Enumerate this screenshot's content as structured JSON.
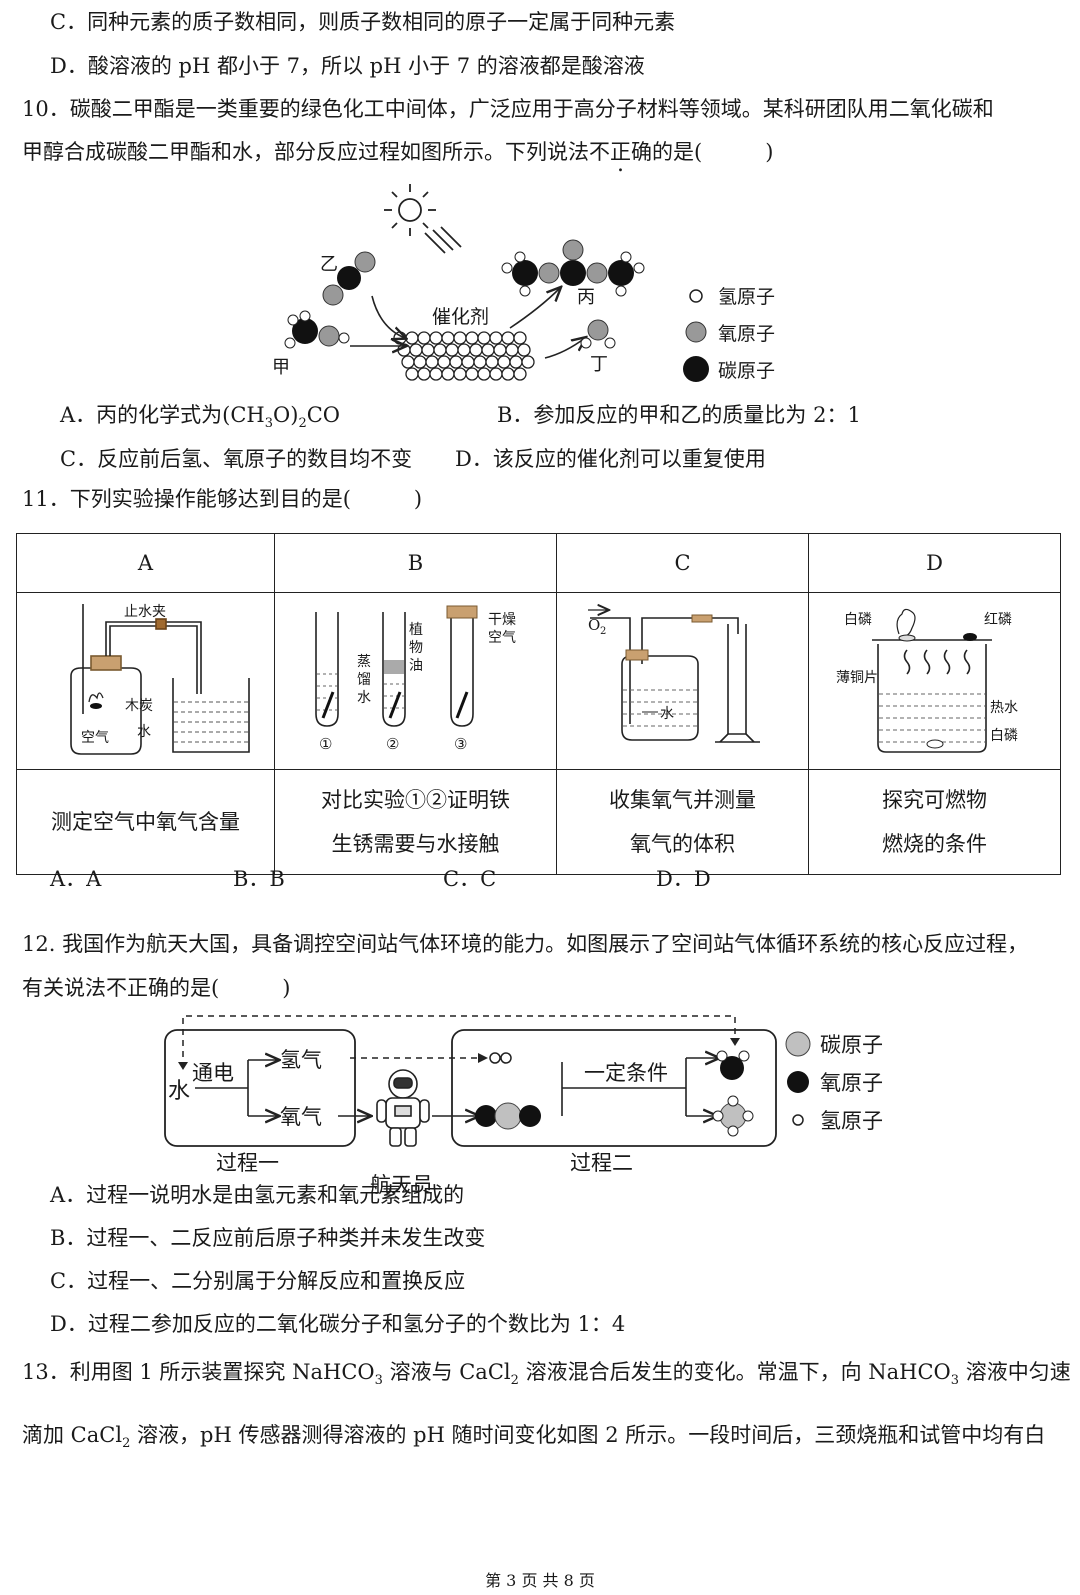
{
  "q9": {
    "opt_c": "C．同种元素的质子数相同，则质子数相同的原子一定属于同种元素",
    "opt_d": "D．酸溶液的 pH 都小于 7，所以 pH 小于 7 的溶液都是酸溶液"
  },
  "q10": {
    "stem1": "10．碳酸二甲酯是一类重要的绿色化工中间体，广泛应用于高分子材料等领域。某科研团队用二氧化碳和",
    "stem2_a": "甲醇合成碳酸二甲酯和水，部分反应过程如图所示。下列说法",
    "stem2_em": "不正确",
    "stem2_b": "的是(　　　)",
    "diagram": {
      "yi": "乙",
      "jia": "甲",
      "bing": "丙",
      "ding": "丁",
      "catalyst": "催化剂",
      "legend_h": "氢原子",
      "legend_o": "氧原子",
      "legend_c": "碳原子"
    },
    "opt_a_pre": "A．丙的化学式为(CH",
    "opt_a_sub1": "3",
    "opt_a_mid": "O)",
    "opt_a_sub2": "2",
    "opt_a_post": "CO",
    "opt_b": "B．参加反应的甲和乙的质量比为 2：1",
    "opt_c": "C．反应前后氢、氧原子的数目均不变",
    "opt_d": "D．该反应的催化剂可以重复使用"
  },
  "q11": {
    "stem": "11．下列实验操作能够达到目的是(　　　)",
    "headers": [
      "A",
      "B",
      "C",
      "D"
    ],
    "labels": {
      "a_clip": "止水夹",
      "a_charcoal": "木炭",
      "a_air": "空气",
      "a_water": "水",
      "b_oil1": "植",
      "b_oil2": "物",
      "b_oil3": "油",
      "b_dist1": "蒸",
      "b_dist2": "馏",
      "b_dist3": "水",
      "b_dry1": "干燥",
      "b_dry2": "空气",
      "b_n1": "①",
      "b_n2": "②",
      "b_n3": "③",
      "c_o2": "O",
      "c_o2_sub": "2",
      "c_water": "水",
      "d_white1": "白磷",
      "d_red": "红磷",
      "d_copper": "薄铜片",
      "d_hot": "热水",
      "d_white2": "白磷"
    },
    "desc_a": "测定空气中氧气含量",
    "desc_b1": "对比实验①②证明铁",
    "desc_b2": "生锈需要与水接触",
    "desc_c1": "收集氧气并测量",
    "desc_c2": "氧气的体积",
    "desc_d1": "探究可燃物",
    "desc_d2": "燃烧的条件",
    "opt_a": "A．A",
    "opt_b": "B．B",
    "opt_c": "C．C",
    "opt_d": "D．D"
  },
  "q12": {
    "stem1": "12. 我国作为航天大国，具备调控空间站气体环境的能力。如图展示了空间站气体循环系统的核心反应过程，",
    "stem2": "有关说法不正确的是(　　　)",
    "diagram": {
      "water": "水",
      "electrify": "通电",
      "hydrogen": "氢气",
      "oxygen": "氧气",
      "condition": "一定条件",
      "process1": "过程一",
      "process2": "过程二",
      "astronaut": "航天员",
      "legend_c": "碳原子",
      "legend_o": "氧原子",
      "legend_h": "氢原子"
    },
    "opt_a": "A．过程一说明水是由氢元素和氧元素组成的",
    "opt_b": "B．过程一、二反应前后原子种类并未发生改变",
    "opt_c": "C．过程一、二分别属于分解反应和置换反应",
    "opt_d": "D．过程二参加反应的二氧化碳分子和氢分子的个数比为 1：4"
  },
  "q13": {
    "l1_a": "13．利用图 1 所示装置探究 NaHCO",
    "l1_s1": "3",
    "l1_b": " 溶液与 CaCl",
    "l1_s2": "2",
    "l1_c": " 溶液混合后发生的变化。常温下，向 NaHCO",
    "l1_s3": "3",
    "l1_d": " 溶液中匀速",
    "l2_a": "滴加 CaCl",
    "l2_s1": "2",
    "l2_b": " 溶液，pH 传感器测得溶液的 pH 随时间变化如图 2 所示。一段时间后，三颈烧瓶和试管中均有白"
  },
  "footer": "第 3 页 共 8 页"
}
